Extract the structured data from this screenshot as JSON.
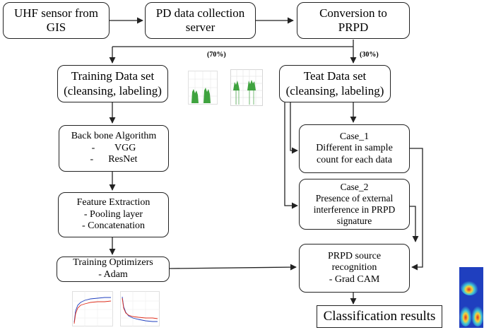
{
  "nodes": {
    "uhf_sensor": [
      "UHF sensor from",
      "GIS"
    ],
    "pd_server": [
      "PD data collection",
      "server"
    ],
    "conversion": [
      "Conversion to",
      "PRPD"
    ],
    "training_set": [
      "Training Data set",
      "(cleansing, labeling)"
    ],
    "test_set": [
      "Teat Data set",
      "(cleansing, labeling)"
    ],
    "backbone": [
      "Back bone Algorithm",
      "-        VGG",
      "-      ResNet"
    ],
    "case1": [
      "Case_1",
      "Different in sample",
      "count for each data"
    ],
    "case2": [
      "Case_2",
      "Presence of external",
      "interference in PRPD",
      "signature"
    ],
    "feature": [
      "Feature Extraction",
      "- Pooling layer",
      "- Concatenation"
    ],
    "optimizers": [
      "Training Optimizers",
      "- Adam"
    ],
    "recognition": [
      "PRPD source",
      "recognition",
      "- Grad CAM"
    ],
    "results": [
      "Classification results"
    ]
  },
  "split_labels": {
    "train": "(70%)",
    "test": "(30%)"
  },
  "colors": {
    "line": "#222222",
    "prpd_green": "#3fa33f",
    "gradcam_blue": "#1f3fbf",
    "gradcam_red": "#e0301e"
  }
}
